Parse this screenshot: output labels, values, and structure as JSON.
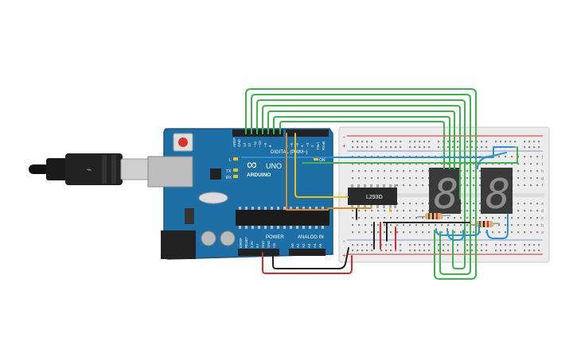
{
  "board": {
    "brand": "ARDUINO",
    "model": "UNO",
    "logo_symbol": "∞",
    "header_digital": "DIGITAL (PWM~)",
    "header_power": "POWER",
    "header_analog": "ANALOG IN",
    "led_l": "L",
    "led_tx": "TX",
    "led_rx": "RX",
    "led_on": "ON",
    "pin_labels_top": [
      "AREF",
      "GND",
      "13",
      "12",
      "~11",
      "~10",
      "~9",
      "8",
      "7",
      "~6",
      "~5",
      "4",
      "~3",
      "2",
      "TX▸1",
      "RX◂0"
    ],
    "pin_labels_power": [
      "IOREF",
      "RESET",
      "3.3V",
      "5V",
      "GND",
      "GND",
      "Vin"
    ],
    "pin_labels_analog": [
      "A0",
      "A1",
      "A2",
      "A3",
      "A4",
      "A5"
    ]
  },
  "ic": {
    "label": "L293D"
  },
  "displays": [
    {
      "digit": "8"
    },
    {
      "digit": "8"
    }
  ],
  "breadboard": {
    "row_letters_top": [
      "j",
      "i",
      "h",
      "g",
      "f"
    ],
    "row_letters_bottom": [
      "e",
      "d",
      "c",
      "b",
      "a"
    ],
    "rail_plus": "+",
    "rail_minus": "-"
  },
  "colors": {
    "board": "#1d6fa5",
    "wire_green": "#3bb54a",
    "wire_blue": "#2e8fd6",
    "wire_orange": "#e08a1e",
    "wire_yellow": "#e8c21a",
    "wire_red": "#d42a2a",
    "wire_black": "#222222"
  }
}
